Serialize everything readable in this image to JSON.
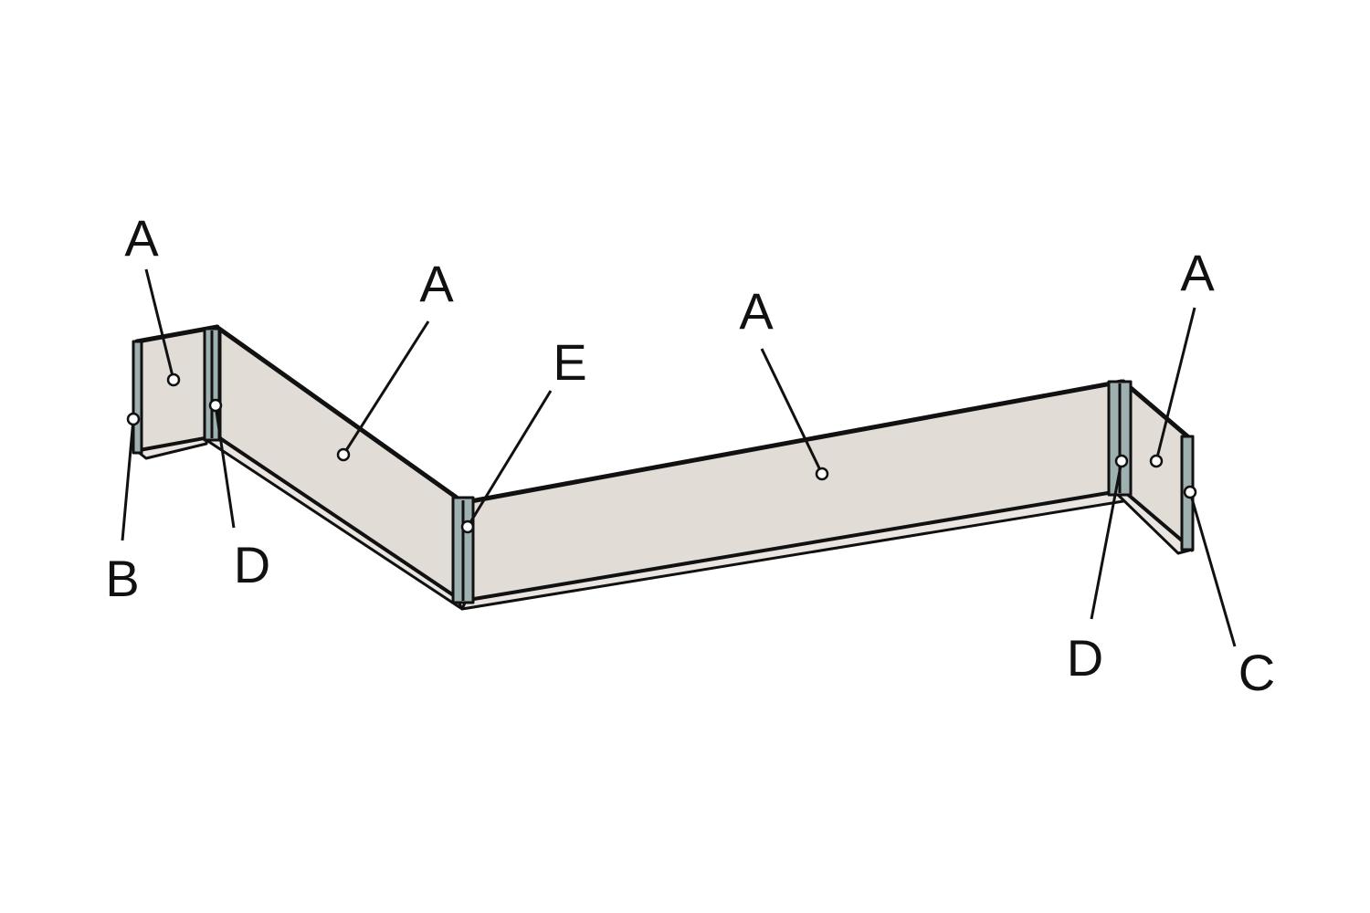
{
  "colors": {
    "panel_face": "#e2dcd7",
    "panel_edge": "#eae5e1",
    "post_fill": "#9fb0b1",
    "outline": "#111111",
    "background": "#ffffff"
  },
  "callouts": [
    {
      "id": "a1",
      "text": "A"
    },
    {
      "id": "a2",
      "text": "A"
    },
    {
      "id": "a3",
      "text": "A"
    },
    {
      "id": "a4",
      "text": "A"
    },
    {
      "id": "e",
      "text": "E"
    },
    {
      "id": "b",
      "text": "B"
    },
    {
      "id": "d1",
      "text": "D"
    },
    {
      "id": "d2",
      "text": "D"
    },
    {
      "id": "c",
      "text": "C"
    }
  ]
}
